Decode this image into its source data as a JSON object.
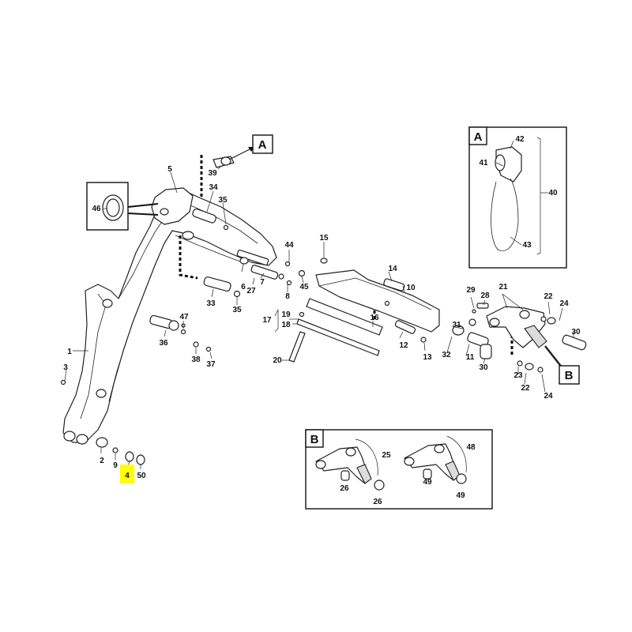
{
  "diagram": {
    "highlight_color": "#ffff00",
    "labels": {
      "l1": "1",
      "l2": "2",
      "l3": "3",
      "l4": "4",
      "l5": "5",
      "l6": "6",
      "l7": "7",
      "l8": "8",
      "l9": "9",
      "l10": "10",
      "l11": "11",
      "l12": "12",
      "l13": "13",
      "l14": "14",
      "l15": "15",
      "l16": "16",
      "l17": "17",
      "l18": "18",
      "l19": "19",
      "l20": "20",
      "l21": "21",
      "l22a": "22",
      "l22b": "22",
      "l23": "23",
      "l24a": "24",
      "l24b": "24",
      "l25": "25",
      "l26a": "26",
      "l26b": "26",
      "l27": "27",
      "l28": "28",
      "l29": "29",
      "l30a": "30",
      "l30b": "30",
      "l31": "31",
      "l32": "32",
      "l33": "33",
      "l34": "34",
      "l35a": "35",
      "l35b": "35",
      "l36": "36",
      "l37": "37",
      "l38": "38",
      "l39": "39",
      "l40": "40",
      "l41": "41",
      "l42": "42",
      "l43": "43",
      "l44": "44",
      "l45": "45",
      "l46": "46",
      "l47": "47",
      "l48": "48",
      "l49a": "49",
      "l49b": "49",
      "l50": "50"
    },
    "callouts": {
      "a_main": "A",
      "b_main": "B",
      "a_detail": "A",
      "b_detail": "B"
    }
  }
}
